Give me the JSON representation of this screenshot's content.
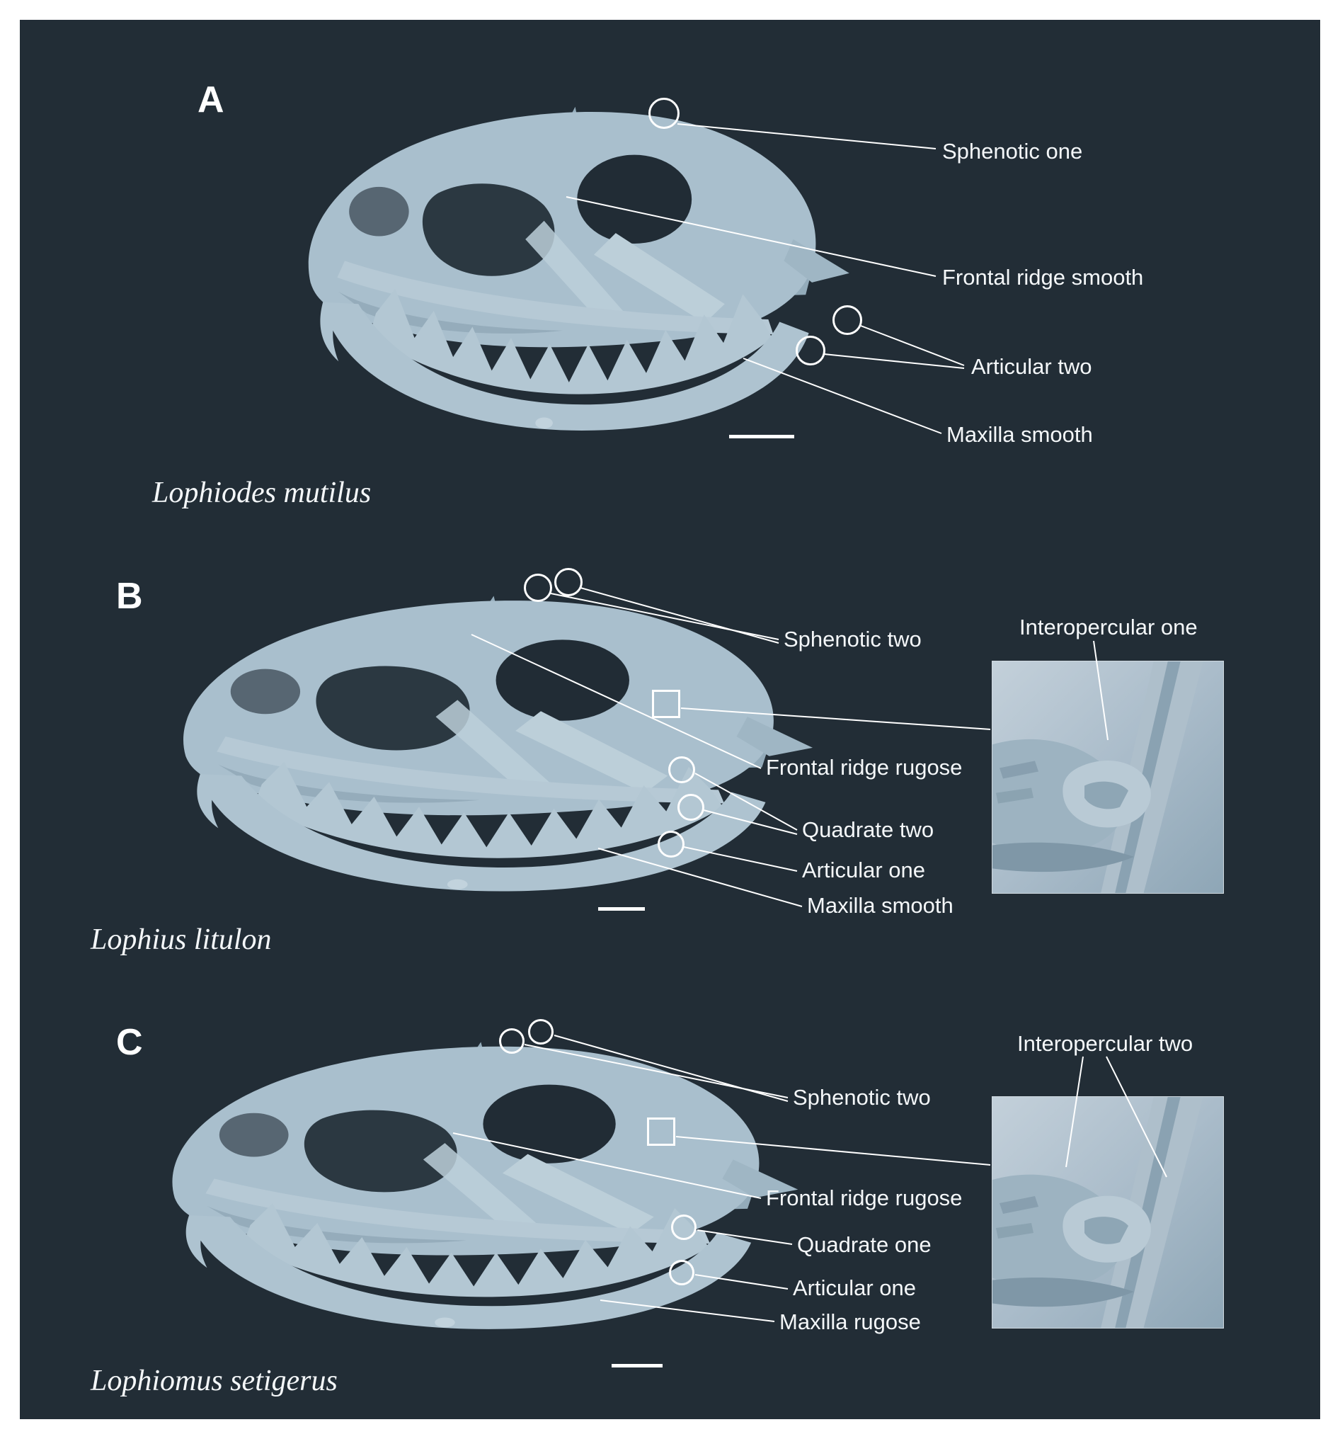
{
  "figure": {
    "colors": {
      "background": "#222d36",
      "bone": "#a9bfcd",
      "label_text": "#ffffff",
      "callout": "#ffffff"
    },
    "panels": [
      {
        "letter": "A",
        "species": "Lophiodes mutilus",
        "annotations": {
          "sphenotic": "Sphenotic one",
          "frontal": "Frontal ridge smooth",
          "articular": "Articular two",
          "maxilla": "Maxilla smooth"
        }
      },
      {
        "letter": "B",
        "species": "Lophius litulon",
        "inset_label": "Interopercular one",
        "annotations": {
          "sphenotic": "Sphenotic two",
          "frontal": "Frontal ridge rugose",
          "quadrate": "Quadrate two",
          "articular": "Articular one",
          "maxilla": "Maxilla smooth"
        }
      },
      {
        "letter": "C",
        "species": "Lophiomus setigerus",
        "inset_label": "Interopercular two",
        "annotations": {
          "sphenotic": "Sphenotic two",
          "frontal": "Frontal ridge rugose",
          "quadrate": "Quadrate one",
          "articular": "Articular one",
          "maxilla": "Maxilla rugose"
        }
      }
    ]
  }
}
